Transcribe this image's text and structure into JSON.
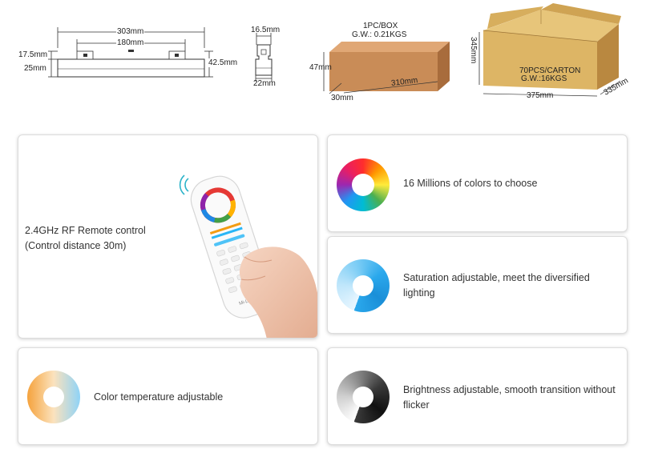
{
  "dimensions": {
    "length_total": "303mm",
    "length_inner": "180mm",
    "height_top": "17.5mm",
    "height_bottom": "25mm",
    "height_total": "42.5mm",
    "profile_width_top": "16.5mm",
    "profile_width_bottom": "22mm"
  },
  "box": {
    "label_line1": "1PC/BOX",
    "label_line2": "G.W.: 0.21KGS",
    "height": "47mm",
    "length": "310mm",
    "width": "30mm"
  },
  "carton": {
    "label_line1": "70PCS/CARTON",
    "label_line2": "G.W.:16KGS",
    "height": "345mm",
    "length": "375mm",
    "width": "335mm"
  },
  "features": {
    "remote": {
      "line1": "2.4GHz RF Remote control",
      "line2": "(Control distance 30m)",
      "brand": "Mi-Light"
    },
    "colors": {
      "text": "16 Millions of colors to choose"
    },
    "saturation": {
      "text": "Saturation adjustable, meet the diversified lighting"
    },
    "temperature": {
      "text": "Color temperature adjustable"
    },
    "brightness": {
      "text": "Brightness adjustable, smooth transition without flicker"
    }
  },
  "colors": {
    "box_tan": "#c98c57",
    "carton_tan": "#ddb565",
    "saturation_blue": "#2aa8ec",
    "temp_warm": "#f5a23c",
    "temp_cool": "#8fd3f7"
  }
}
